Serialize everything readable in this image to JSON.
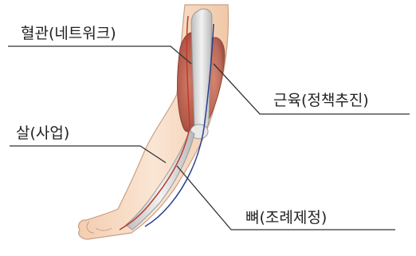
{
  "labels": {
    "vessel": "혈관(네트워크)",
    "muscle": "근육(정책추진)",
    "flesh": "살(사업)",
    "bone": "뼈(조례제정)"
  },
  "colors": {
    "skin": "#f7dcc4",
    "skin_outline": "#c9a086",
    "muscle": "#b3594a",
    "bone": "#dcdcdc",
    "vessel_red": "#c0392b",
    "vessel_blue": "#2c3e8c",
    "leader_line": "#333333"
  }
}
